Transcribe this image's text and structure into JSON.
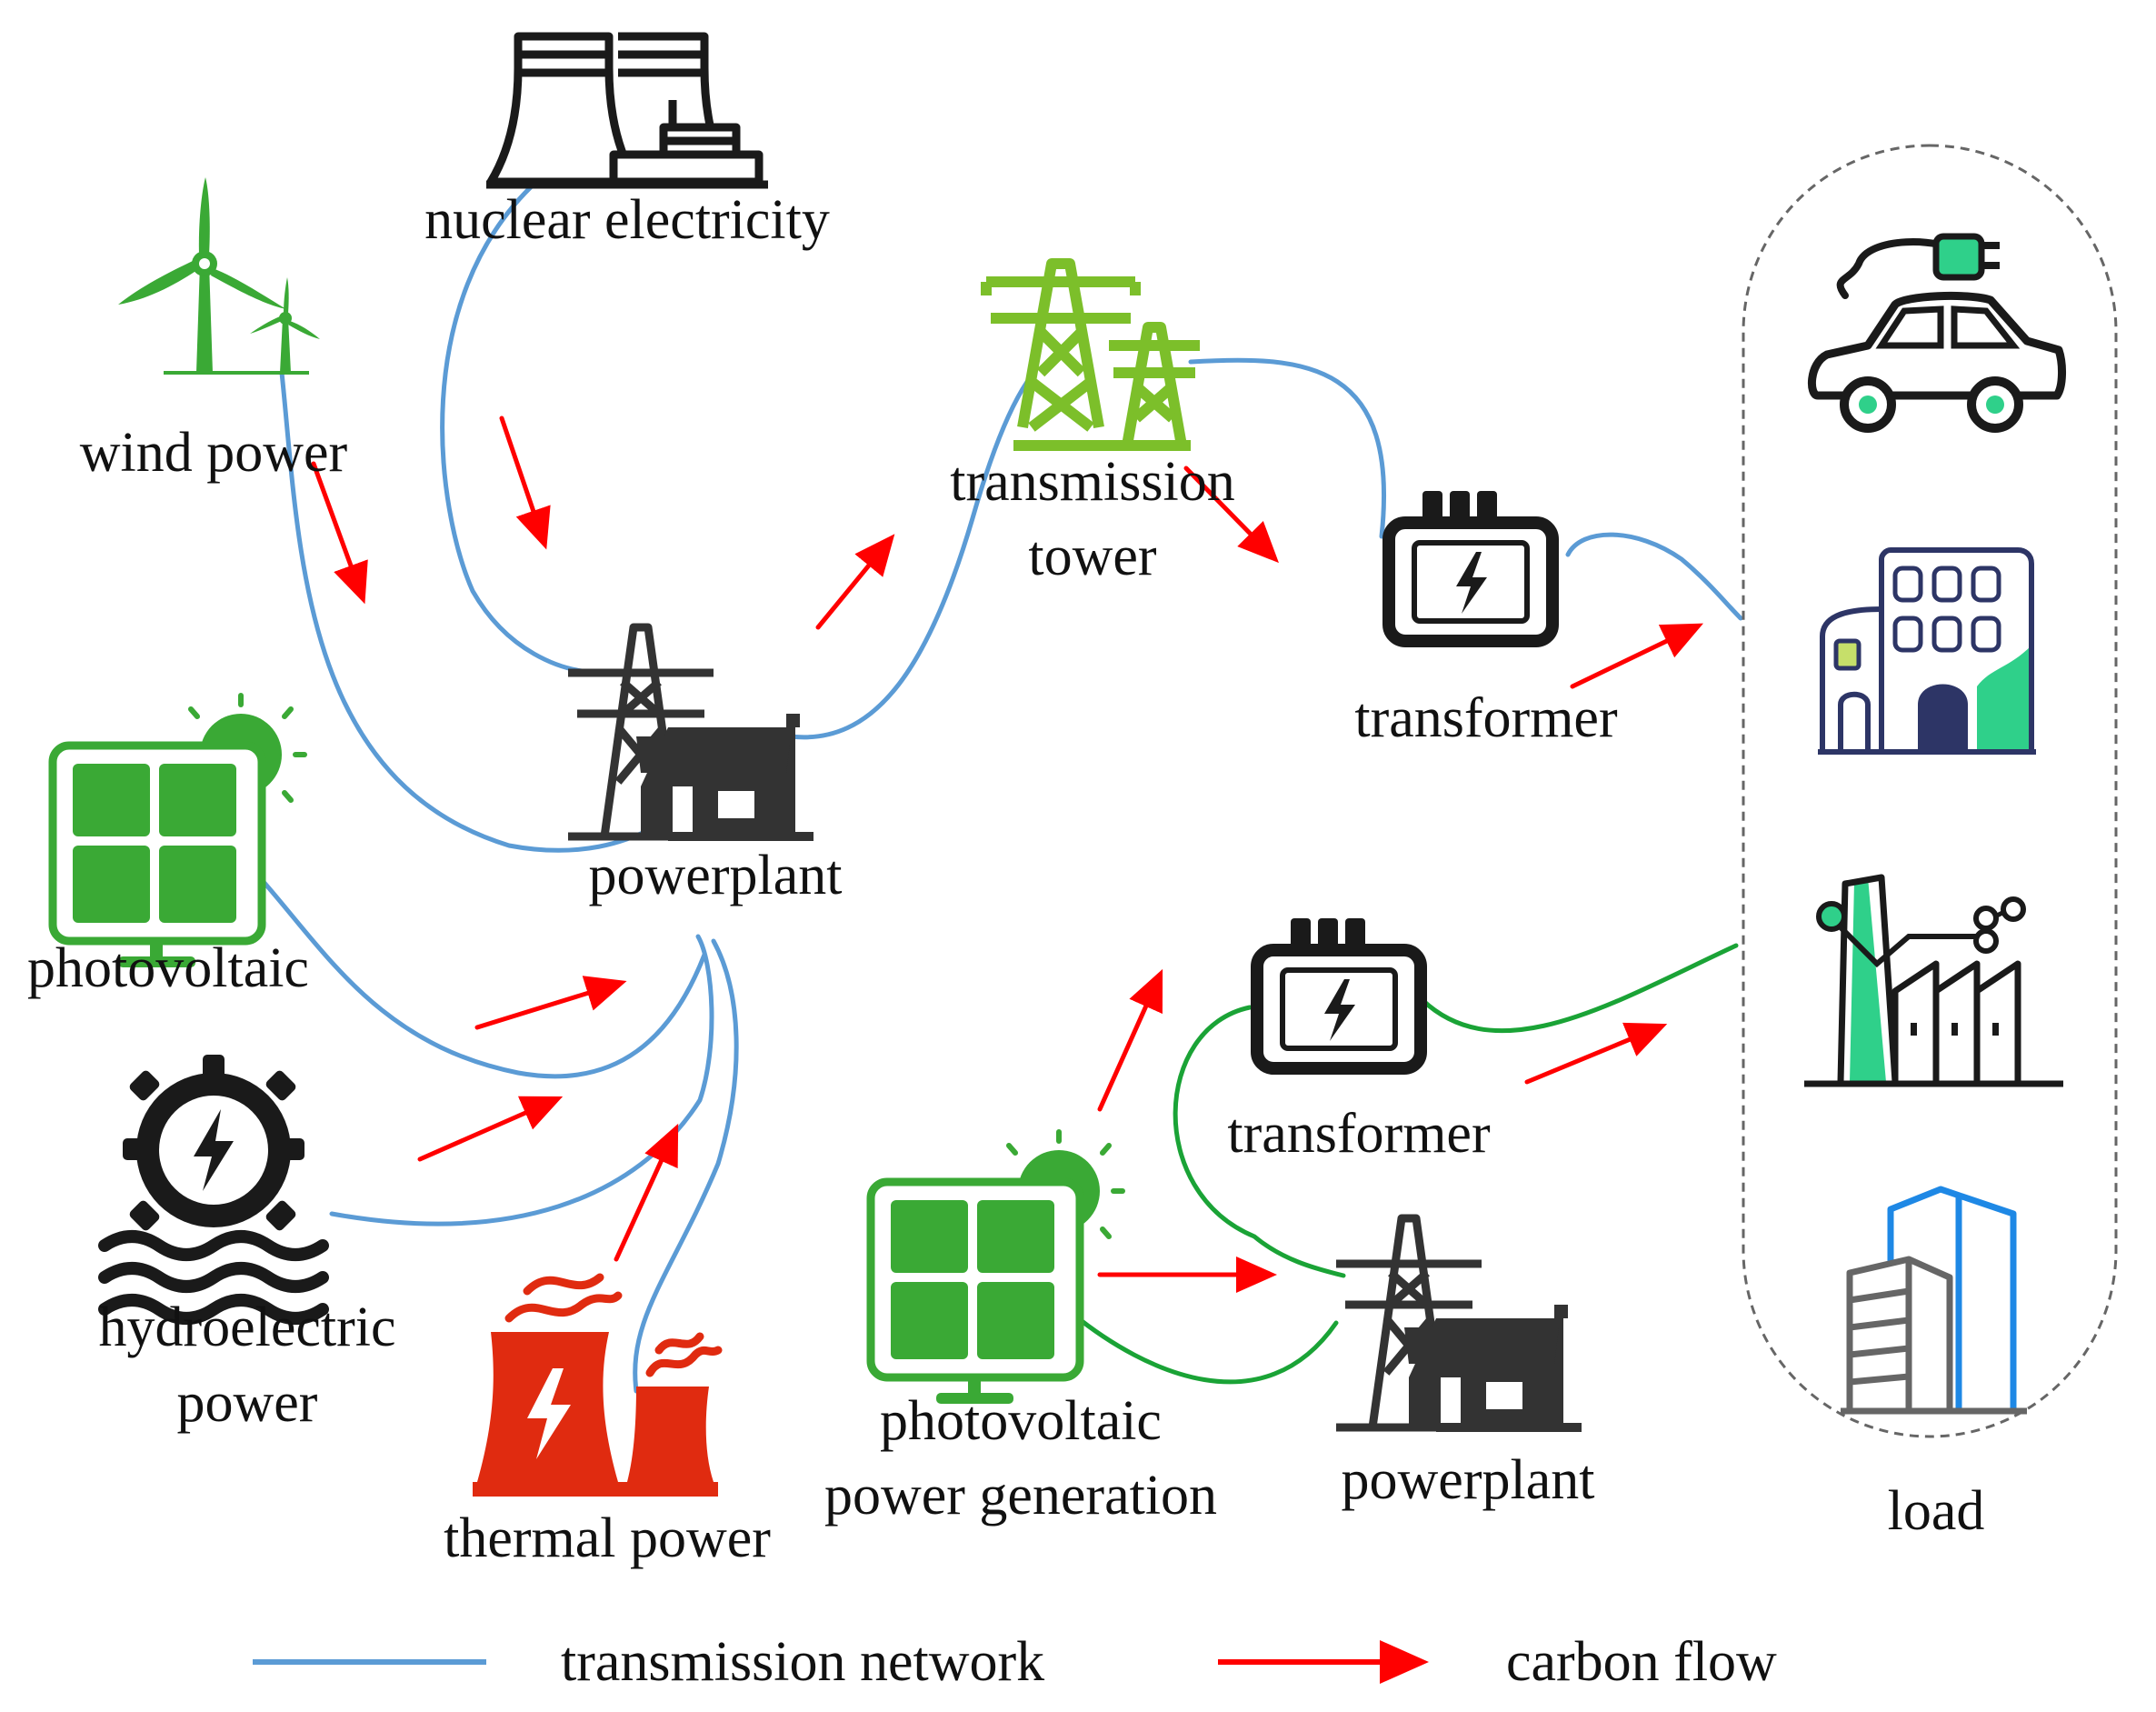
{
  "nodes": {
    "nuclear": {
      "label": "nuclear electricity",
      "icon": "nuclear-plant-icon"
    },
    "wind": {
      "label": "wind power",
      "icon": "wind-turbine-icon"
    },
    "photovoltaic": {
      "label": "photovoltaic",
      "icon": "solar-panel-icon"
    },
    "hydro": {
      "label_line1": "hydroelectric",
      "label_line2": "power",
      "icon": "water-wheel-icon"
    },
    "thermal": {
      "label": "thermal power",
      "icon": "thermal-plant-icon"
    },
    "powerplant_top": {
      "label": "powerplant",
      "icon": "powerplant-icon"
    },
    "tower": {
      "label_line1": "transmission",
      "label_line2": "tower",
      "icon": "transmission-tower-icon"
    },
    "transformer_top": {
      "label": "transformer",
      "icon": "transformer-icon"
    },
    "transformer_bottom": {
      "label": "transformer",
      "icon": "transformer-icon"
    },
    "pv_generation": {
      "label_line1": "photovoltaic",
      "label_line2": "power generation",
      "icon": "solar-panel-icon"
    },
    "powerplant_bottom": {
      "label": "powerplant",
      "icon": "powerplant-icon"
    },
    "load": {
      "label": "load",
      "items": [
        "electric-car-icon",
        "building-icon",
        "factory-icon",
        "office-tower-icon"
      ]
    }
  },
  "legend": {
    "network_label": "transmission network",
    "carbon_label": "carbon flow"
  },
  "colors": {
    "network_blue": "#5b9bd5",
    "network_green": "#1aa336",
    "carbon_red": "#ff0000",
    "icon_black": "#1a1a1a",
    "icon_green": "#3aa935",
    "tower_green": "#7cbf2a",
    "thermal_red": "#e02b10",
    "load_teal": "#2fd08a",
    "load_navy": "#2d3566",
    "office_blue": "#1e88e5"
  }
}
